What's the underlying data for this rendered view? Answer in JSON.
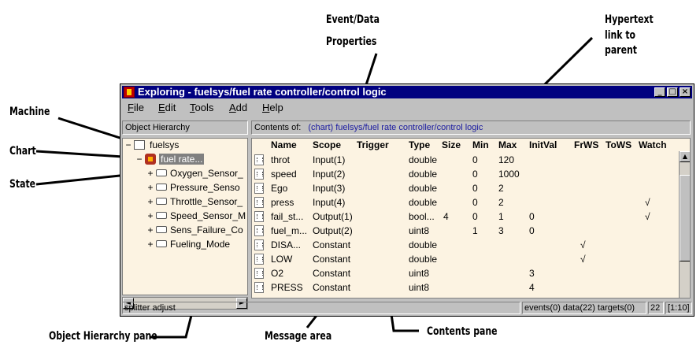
{
  "callouts": {
    "event_data_line1": "Event/Data",
    "event_data_line2": "Properties",
    "hypertext_line1": "Hypertext",
    "hypertext_line2": "link to",
    "hypertext_line3": "parent",
    "machine": "Machine",
    "chart": "Chart",
    "state": "State",
    "object_hierarchy_pane": "Object Hierarchy pane",
    "message_area": "Message area",
    "contents_pane": "Contents pane"
  },
  "window": {
    "title": "Exploring - fuelsys/fuel rate controller/control logic",
    "minimize": "_",
    "maximize": "□",
    "close": "×"
  },
  "menu": [
    {
      "underline": "F",
      "rest": "ile"
    },
    {
      "underline": "E",
      "rest": "dit"
    },
    {
      "underline": "T",
      "rest": "ools"
    },
    {
      "underline": "A",
      "rest": "dd"
    },
    {
      "underline": "H",
      "rest": "elp"
    }
  ],
  "hierarchy": {
    "header": "Object Hierarchy",
    "machine": {
      "expander": "−",
      "label": "fuelsys"
    },
    "chart": {
      "expander": "−",
      "label": "fuel rate..."
    },
    "states": [
      {
        "expander": "+",
        "label": "Oxygen_Sensor_"
      },
      {
        "expander": "+",
        "label": "Pressure_Senso"
      },
      {
        "expander": "+",
        "label": "Throttle_Sensor_"
      },
      {
        "expander": "+",
        "label": "Speed_Sensor_M"
      },
      {
        "expander": "+",
        "label": "Sens_Failure_Co"
      },
      {
        "expander": "+",
        "label": "Fueling_Mode"
      }
    ],
    "scroll_left": "◄",
    "scroll_right": "►"
  },
  "contents": {
    "header_prefix": "Contents of:",
    "header_link": "(chart) fuelsys/fuel rate controller/control logic",
    "columns": [
      "Name",
      "Scope",
      "Trigger",
      "Type",
      "Size",
      "Min",
      "Max",
      "InitVal",
      "FrWS",
      "ToWS",
      "Watch"
    ],
    "rows": [
      {
        "name": "throt",
        "scope": "Input(1)",
        "trigger": "",
        "type": "double",
        "size": "",
        "min": "0",
        "max": "120",
        "initval": "",
        "frws": "",
        "tows": "",
        "watch": ""
      },
      {
        "name": "speed",
        "scope": "Input(2)",
        "trigger": "",
        "type": "double",
        "size": "",
        "min": "0",
        "max": "1000",
        "initval": "",
        "frws": "",
        "tows": "",
        "watch": ""
      },
      {
        "name": "Ego",
        "scope": "Input(3)",
        "trigger": "",
        "type": "double",
        "size": "",
        "min": "0",
        "max": "2",
        "initval": "",
        "frws": "",
        "tows": "",
        "watch": ""
      },
      {
        "name": "press",
        "scope": "Input(4)",
        "trigger": "",
        "type": "double",
        "size": "",
        "min": "0",
        "max": "2",
        "initval": "",
        "frws": "",
        "tows": "",
        "watch": "√"
      },
      {
        "name": "fail_st...",
        "scope": "Output(1)",
        "trigger": "",
        "type": "bool...",
        "size": "4",
        "min": "0",
        "max": "1",
        "initval": "0",
        "frws": "",
        "tows": "",
        "watch": "√"
      },
      {
        "name": "fuel_m...",
        "scope": "Output(2)",
        "trigger": "",
        "type": "uint8",
        "size": "",
        "min": "1",
        "max": "3",
        "initval": "0",
        "frws": "",
        "tows": "",
        "watch": ""
      },
      {
        "name": "DISA...",
        "scope": "Constant",
        "trigger": "",
        "type": "double",
        "size": "",
        "min": "",
        "max": "",
        "initval": "",
        "frws": "√",
        "tows": "",
        "watch": ""
      },
      {
        "name": "LOW",
        "scope": "Constant",
        "trigger": "",
        "type": "double",
        "size": "",
        "min": "",
        "max": "",
        "initval": "",
        "frws": "√",
        "tows": "",
        "watch": ""
      },
      {
        "name": "O2",
        "scope": "Constant",
        "trigger": "",
        "type": "uint8",
        "size": "",
        "min": "",
        "max": "",
        "initval": "3",
        "frws": "",
        "tows": "",
        "watch": ""
      },
      {
        "name": "PRESS",
        "scope": "Constant",
        "trigger": "",
        "type": "uint8",
        "size": "",
        "min": "",
        "max": "",
        "initval": "4",
        "frws": "",
        "tows": "",
        "watch": ""
      }
    ],
    "scroll_up": "▲"
  },
  "status": {
    "message": "splitter adjust",
    "counts": "events(0) data(22) targets(0)",
    "count": "22",
    "position": "[1:10]"
  }
}
